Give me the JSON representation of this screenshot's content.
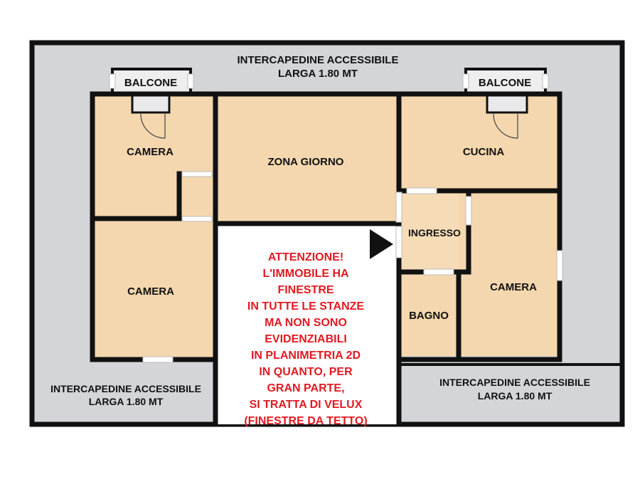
{
  "colors": {
    "outer_gray": "#d4d5d9",
    "room_fill": "#f4d7ae",
    "wall": "#111111",
    "warning_text": "#e11a22",
    "window": "#ffffff",
    "ingresso_fill": "#f6dcb6",
    "balcony_fill": "#e9e9eb"
  },
  "labels": {
    "top_corridor": [
      "INTERCAPEDINE ACCESSIBILE",
      "LARGA 1.80 MT"
    ],
    "balcone_left": "BALCONE",
    "balcone_right": "BALCONE",
    "camera_top_left": "CAMERA",
    "zona_giorno": "ZONA GIORNO",
    "cucina": "CUCINA",
    "ingresso": "INGRESSO",
    "camera_bottom_left": "CAMERA",
    "camera_right": "CAMERA",
    "bagno": "BAGNO",
    "bottom_left_corridor": [
      "INTERCAPEDINE ACCESSIBILE",
      "LARGA 1.80 MT"
    ],
    "bottom_right_corridor": [
      "INTERCAPEDINE ACCESSIBILE",
      "LARGA 1.80 MT"
    ]
  },
  "warning": [
    "ATTENZIONE!",
    "L'IMMOBILE HA",
    "FINESTRE",
    "IN TUTTE LE STANZE",
    "MA NON SONO",
    "EVIDENZIABILI",
    "IN PLANIMETRIA 2D",
    "IN QUANTO, PER",
    "GRAN PARTE,",
    "SI TRATTA DI VELUX",
    "(FINESTRE DA TETTO)"
  ],
  "icons": {
    "entrance": "entrance-arrow-icon"
  }
}
